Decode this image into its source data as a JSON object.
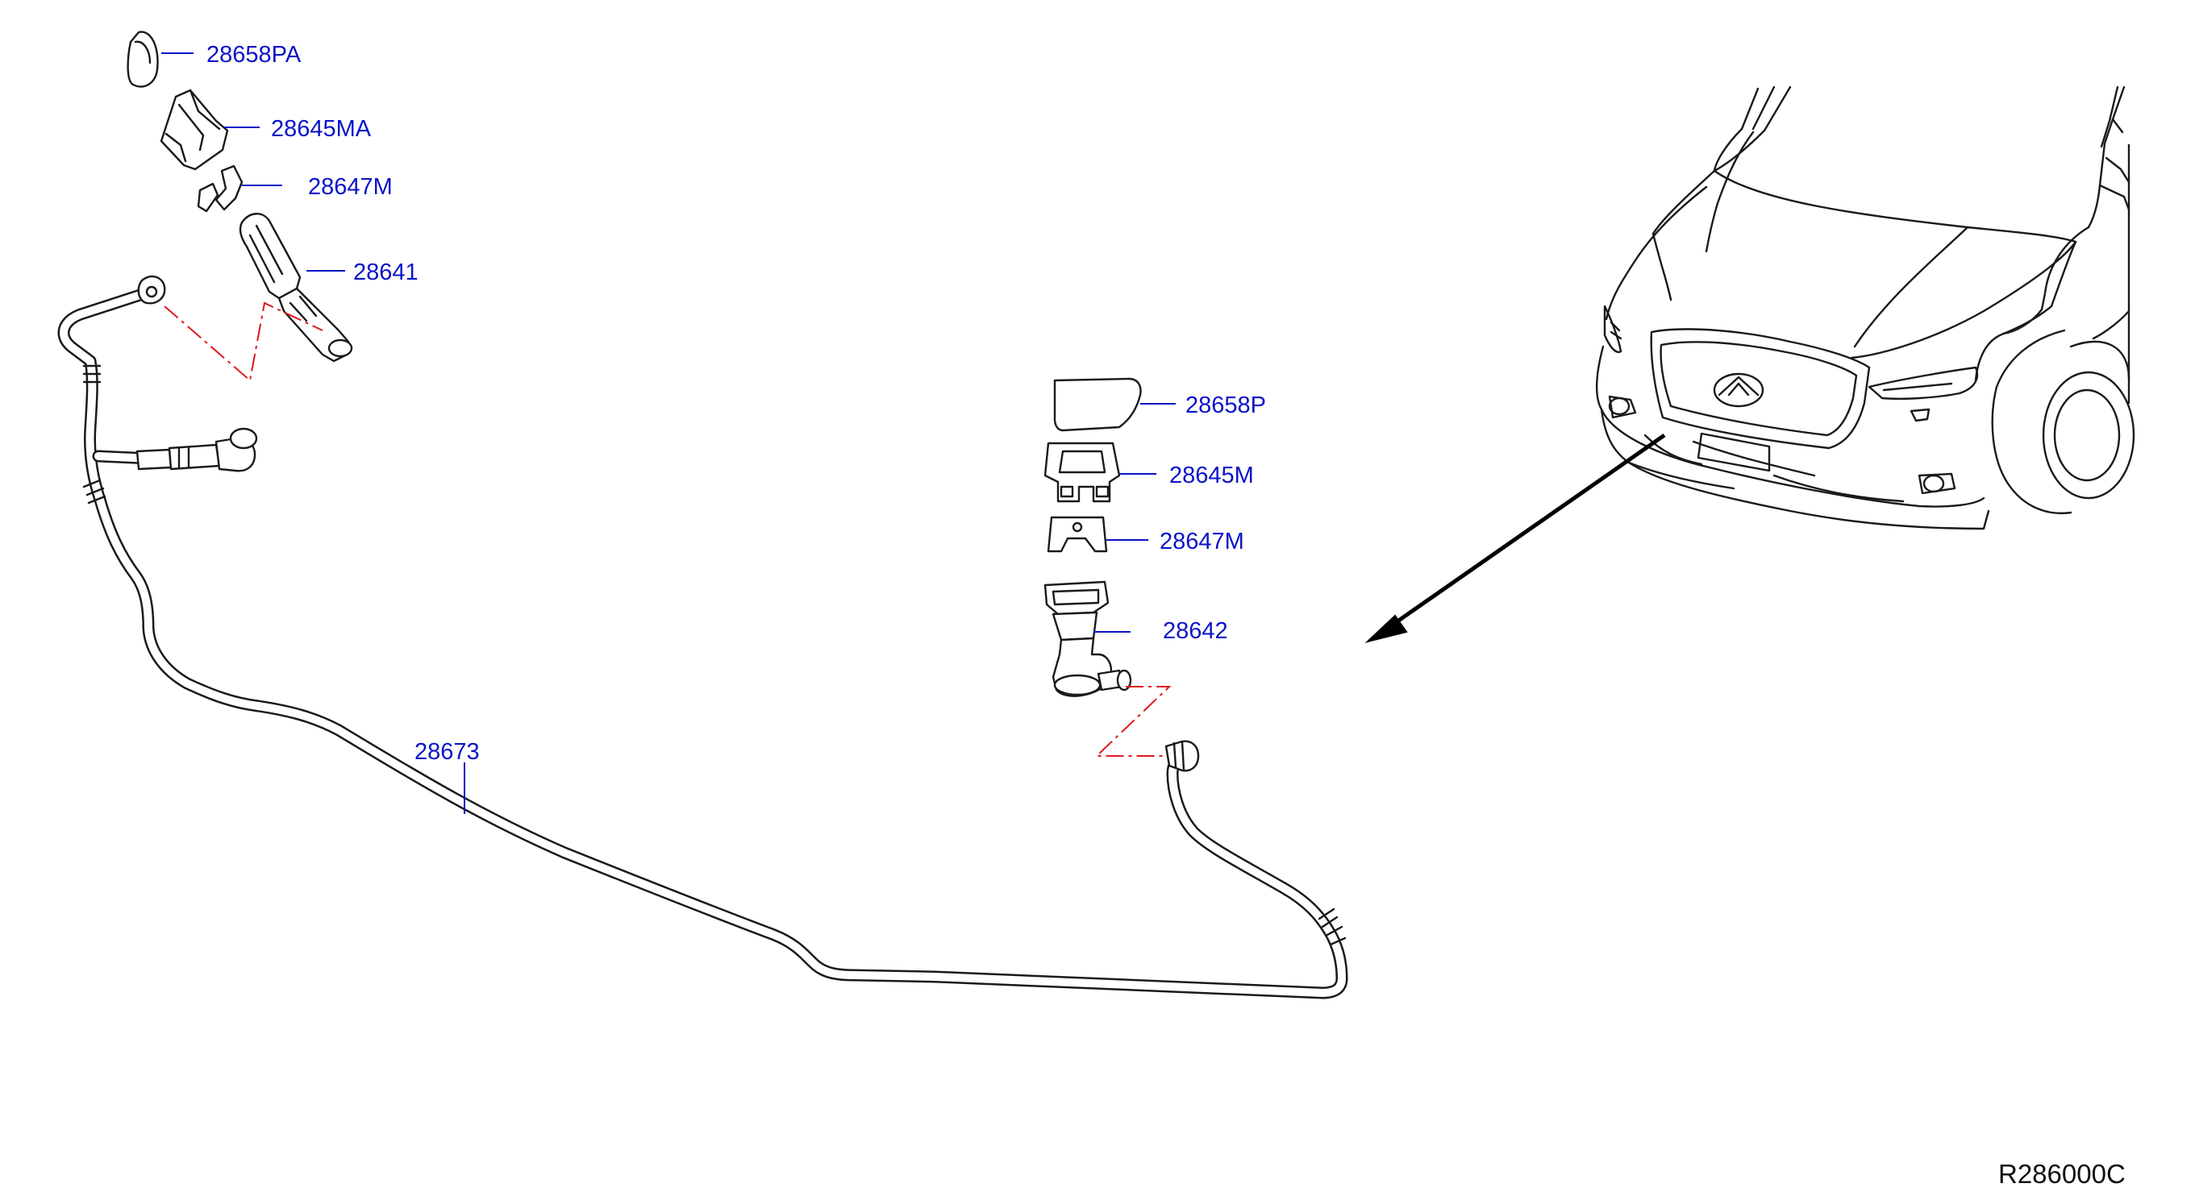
{
  "parts": {
    "cap_left": "28658PA",
    "cover_left": "28645MA",
    "clip_left": "28647M",
    "nozzle_left": "28641",
    "cap_right": "28658P",
    "cover_right": "28645M",
    "clip_right": "28647M",
    "nozzle_right": "28642",
    "hose": "28673"
  },
  "reference": "R286000C",
  "colors": {
    "callout": "#0a14c8",
    "connector_line": "#e0191d",
    "linework": "#1a1a1a"
  }
}
